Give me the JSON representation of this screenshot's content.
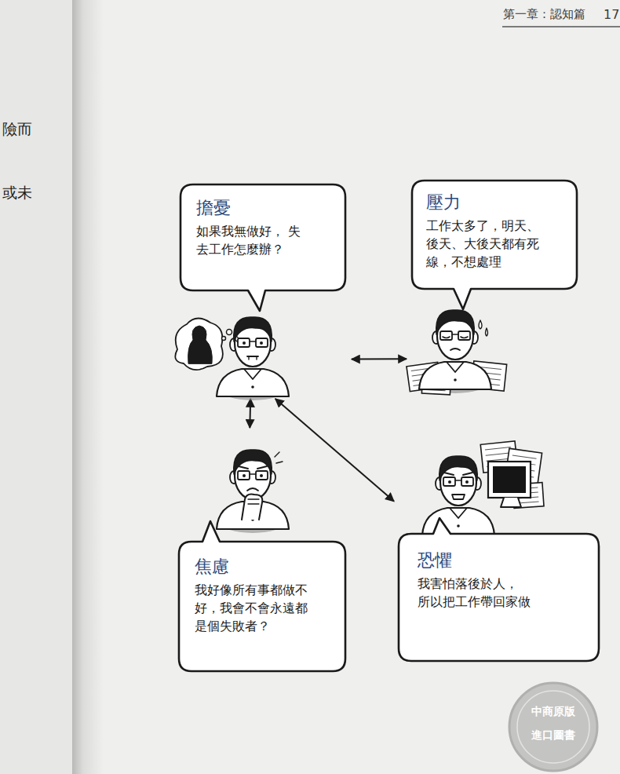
{
  "diagram": {
    "nodes": [
      {
        "text": [
          "擔憂",
          "如果我無做好， 失去工作怎麼辦？"
        ]
      },
      {
        "text": [
          "壓力",
          "工作太多了，明天、 後天、大後天都有死 線，不想處理"
        ]
      },
      {
        "text": [
          "焦慮",
          "我好像所有事都做不 好，我會不會永遠都 是個失敗者？"
        ]
      },
      {
        "text": [
          "恐懼",
          "我害怕落後於人， 所以把工作帶回家做"
        ]
      }
    ],
    "edges": [
      {
        "from": 0,
        "to": 1,
        "arrow": "both"
      },
      {
        "from": 0,
        "to": 2,
        "arrow": "both"
      },
      {
        "from": 0,
        "to": 3,
        "arrow": "both"
      }
    ],
    "labels": [
      "第一章：認知篇",
      "17",
      "險而",
      "或未",
      "中商原版",
      "進口圖書"
    ]
  }
}
